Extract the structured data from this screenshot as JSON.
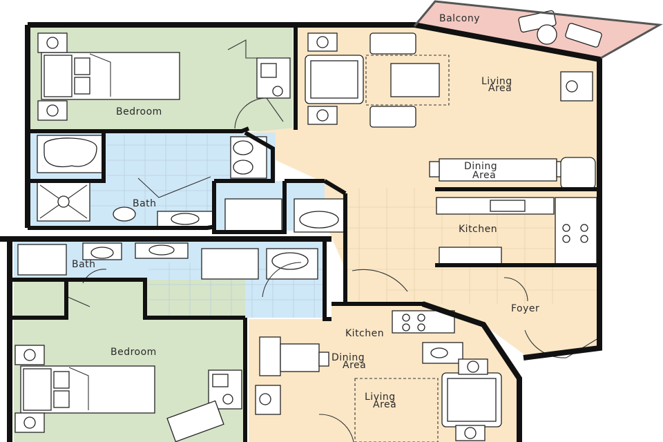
{
  "colors": {
    "bedroom": "#d6e4c8",
    "living": "#fbe7c6",
    "bath": "#cfe8f7",
    "balcony": "#f3c9c2",
    "wall": "#111111",
    "fixture": "#ffffff"
  },
  "labels": {
    "balcony": "Balcony",
    "bedroom_1": "Bedroom",
    "living_1a": "Living",
    "living_1b": "Area",
    "dining_1a": "Dining",
    "dining_1b": "Area",
    "bath_1": "Bath",
    "kitchen_1": "Kitchen",
    "foyer": "Foyer",
    "bath_2": "Bath",
    "bedroom_2": "Bedroom",
    "kitchen_2": "Kitchen",
    "dining_2a": "Dining",
    "dining_2b": "Area",
    "living_2a": "Living",
    "living_2b": "Area"
  }
}
